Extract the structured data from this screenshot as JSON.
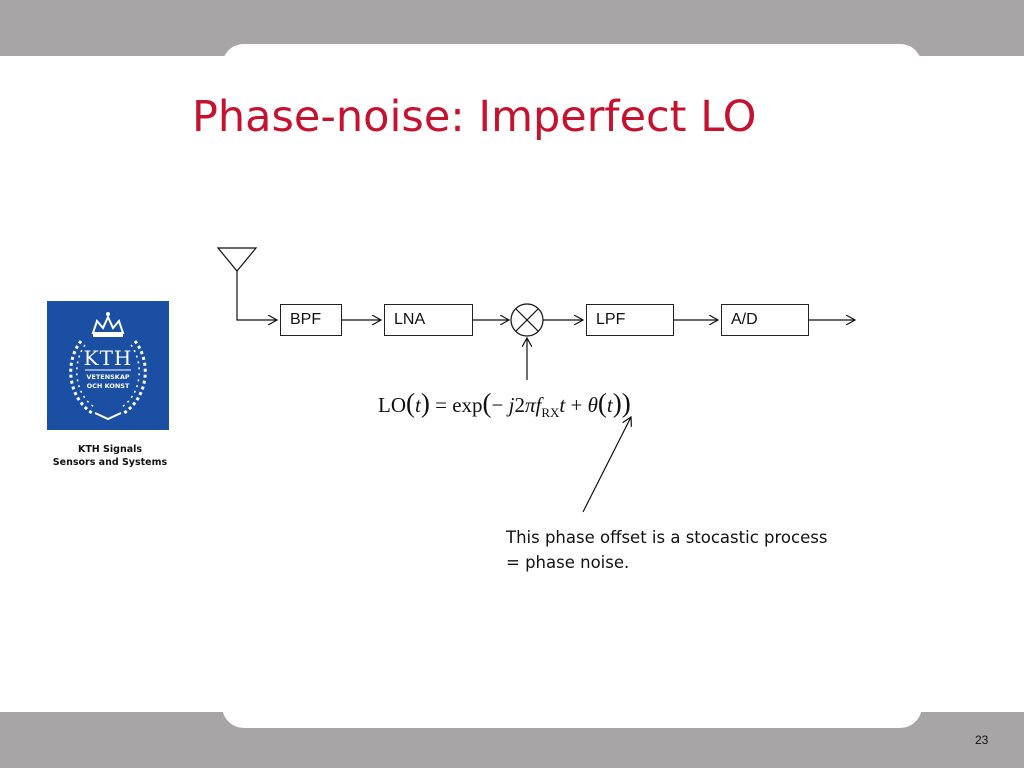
{
  "slide": {
    "title": "Phase-noise: Imperfect LO",
    "page_number": "23"
  },
  "logo": {
    "text": "KTH",
    "motto_line1": "VETENSKAP",
    "motto_line2": "OCH KONST",
    "org_line1": "KTH Signals",
    "org_line2": "Sensors and Systems"
  },
  "diagram": {
    "blocks": [
      "BPF",
      "LNA",
      "LPF",
      "A/D"
    ],
    "formula": {
      "lhs": "LO",
      "t1": "t",
      "eq": "=",
      "exp": "exp",
      "minus": "−",
      "j": "j",
      "two": "2",
      "pi": "π",
      "f": "f",
      "sub": "RX",
      "t2": "t",
      "plus": "+",
      "theta": "θ",
      "t3": "t"
    },
    "note_line1": "This phase offset is a stocastic process",
    "note_line2": "= phase noise."
  },
  "colors": {
    "title": "#c4122f",
    "logo_bg": "#1b4fa3",
    "background_band": "#a7a5a6"
  }
}
